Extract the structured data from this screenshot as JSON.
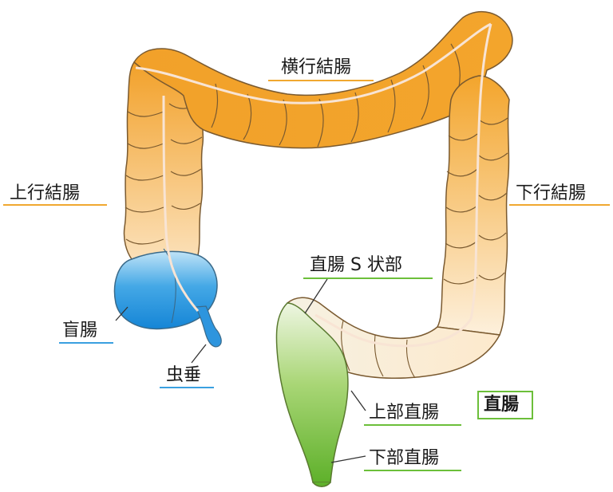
{
  "labels": {
    "transverse_colon": "横行結腸",
    "ascending_colon": "上行結腸",
    "descending_colon": "下行結腸",
    "sigmoid_colon": "直腸 S 状部",
    "cecum": "盲腸",
    "appendix": "虫垂",
    "upper_rectum": "上部直腸",
    "rectum": "直腸",
    "lower_rectum": "下部直腸"
  },
  "colors": {
    "colon_orange": "#f2a93b",
    "colon_light": "#fbe6c6",
    "cecum_blue": "#1f8fdc",
    "rectum_green": "#7cc23f",
    "outline": "#7a5a30"
  }
}
